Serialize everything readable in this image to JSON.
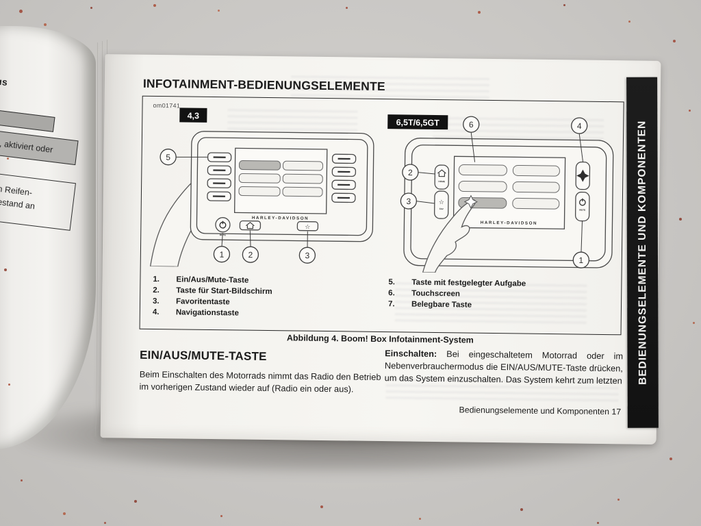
{
  "left_page": {
    "heading_fragment": "tatus",
    "table_cell_top": "aktiviert, aktiviert oder",
    "table_cell_bottom_line1": "niedrigen Reifen-",
    "table_cell_bottom_line2": "n Batteriestand an"
  },
  "page": {
    "title": "INFOTAINMENT-BEDIENUNGSELEMENTE",
    "figure": {
      "image_label": "om01741",
      "caption": "Abbildung 4. Boom! Box Infotainment-System",
      "left_diagram": {
        "badge": "4,3",
        "brand": "HARLEY-DAVIDSON",
        "mute": "MUTE",
        "star": "☆",
        "callouts": {
          "power": "1",
          "home": "2",
          "favorites": "3",
          "side_button": "5"
        }
      },
      "right_diagram": {
        "badge": "6,5T/6,5GT",
        "brand": "HARLEY-DAVIDSON",
        "mute": "MUTE",
        "home_label": "HOME",
        "fav_label": "FAV",
        "star": "☆",
        "callouts": {
          "power": "1",
          "home": "2",
          "favorites": "3",
          "navigation": "4",
          "touchscreen": "6"
        }
      },
      "legend_left": [
        {
          "num": "1.",
          "label": "Ein/Aus/Mute-Taste"
        },
        {
          "num": "2.",
          "label": "Taste für Start-Bildschirm"
        },
        {
          "num": "3.",
          "label": "Favoritentaste"
        },
        {
          "num": "4.",
          "label": "Navigationstaste"
        }
      ],
      "legend_right": [
        {
          "num": "5.",
          "label": "Taste mit festgelegter Aufgabe"
        },
        {
          "num": "6.",
          "label": "Touchscreen"
        },
        {
          "num": "7.",
          "label": "Belegbare Taste"
        }
      ]
    },
    "section": {
      "heading": "EIN/AUS/MUTE-TASTE",
      "left_paragraph": "Beim Einschalten des Motorrads nimmt das Radio den Betrieb im vorherigen Zustand wieder auf (Radio ein oder aus).",
      "right_lead": "Einschalten:",
      "right_paragraph": " Bei eingeschaltetem Motorrad oder im Nebenverbrauchermodus die EIN/AUS/MUTE-Taste drücken, um das System einzuschalten. Das System kehrt zum letzten"
    },
    "footer": "Bedienungselemente und Komponenten 17",
    "side_tab": "BEDIENUNGSELEMENTE UND KOMPONENTEN"
  }
}
